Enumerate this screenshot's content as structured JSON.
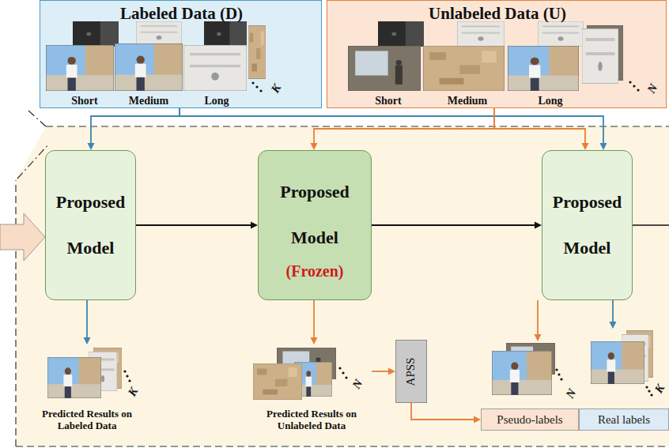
{
  "diagram": {
    "nodes": [
      {
        "text": [
          "Labeled Data (D)",
          "Short",
          "Medium",
          "Long",
          "K"
        ]
      },
      {
        "text": [
          "Unlabeled Data (U)",
          "Short",
          "Medium",
          "Long",
          "N"
        ]
      },
      {
        "text": [
          "Proposed Model"
        ]
      },
      {
        "text": [
          "Proposed Model",
          "(Frozen)"
        ]
      },
      {
        "text": [
          "Proposed Model"
        ]
      },
      {
        "text": [
          "K",
          "Predicted Results on Labeled Data"
        ]
      },
      {
        "text": [
          "N",
          "Predicted Results on Unlabeled Data"
        ]
      },
      {
        "text": [
          "APSS"
        ]
      },
      {
        "text": [
          "N"
        ]
      },
      {
        "text": [
          "K"
        ]
      },
      {
        "text": [
          "Pseudo-labels"
        ]
      },
      {
        "text": [
          "Real labels"
        ]
      }
    ],
    "edges": [
      {
        "from": 0,
        "to": 2,
        "arrow": "to"
      },
      {
        "from": 0,
        "to": 4,
        "arrow": "to"
      },
      {
        "from": 1,
        "to": 3,
        "arrow": "to"
      },
      {
        "from": 1,
        "to": 4,
        "arrow": "to"
      },
      {
        "from": 2,
        "to": 3,
        "arrow": "to"
      },
      {
        "from": 3,
        "to": 4,
        "arrow": "to"
      },
      {
        "from": 2,
        "to": 5,
        "arrow": "to"
      },
      {
        "from": 3,
        "to": 6,
        "arrow": "to"
      },
      {
        "from": 6,
        "to": 7,
        "arrow": "to"
      },
      {
        "from": 7,
        "to": 10,
        "arrow": "to"
      },
      {
        "from": 4,
        "to": 8,
        "arrow": "to"
      },
      {
        "from": 4,
        "to": 9,
        "arrow": "to"
      }
    ]
  }
}
